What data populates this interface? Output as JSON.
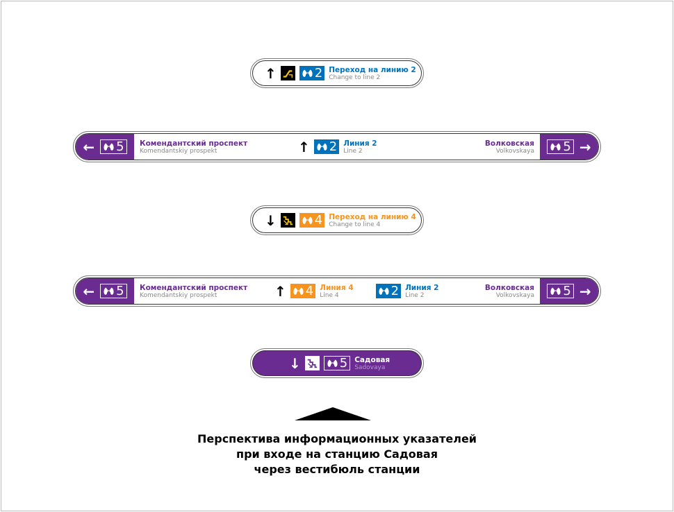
{
  "colors": {
    "line2": "#0072bc",
    "line4": "#f7941d",
    "line5": "#6a2c91"
  },
  "sign1": {
    "arrow": "↑",
    "line": "2",
    "title": "Переход на линию 2",
    "subtitle": "Change to line 2"
  },
  "sign2": {
    "left_arrow": "←",
    "left_line": "5",
    "left_title": "Комендантский проспект",
    "left_sub": "Komendantskiy prospekt",
    "mid_arrow": "↑",
    "mid_line": "2",
    "mid_title": "Линия 2",
    "mid_sub": "Line 2",
    "right_title": "Волковская",
    "right_sub": "Volkovskaya",
    "right_line": "5",
    "right_arrow": "→"
  },
  "sign3": {
    "arrow": "↓",
    "line": "4",
    "title": "Переход на линию 4",
    "subtitle": "Change to line 4"
  },
  "sign4": {
    "left_arrow": "←",
    "left_line": "5",
    "left_title": "Комендантский проспект",
    "left_sub": "Komendantskiy prospekt",
    "mid_arrow": "↑",
    "l4": "4",
    "l4_title": "Линия 4",
    "l4_sub": "Line 4",
    "l2": "2",
    "l2_title": "Линия 2",
    "l2_sub": "Line 2",
    "right_title": "Волковская",
    "right_sub": "Volkovskaya",
    "right_line": "5",
    "right_arrow": "→"
  },
  "sign5": {
    "arrow": "↓",
    "line": "5",
    "title": "Садовая",
    "subtitle": "Sadovaya"
  },
  "caption": [
    "Перспектива информационных указателей",
    "при входе на станцию Садовая",
    "через вестибюль станции"
  ]
}
